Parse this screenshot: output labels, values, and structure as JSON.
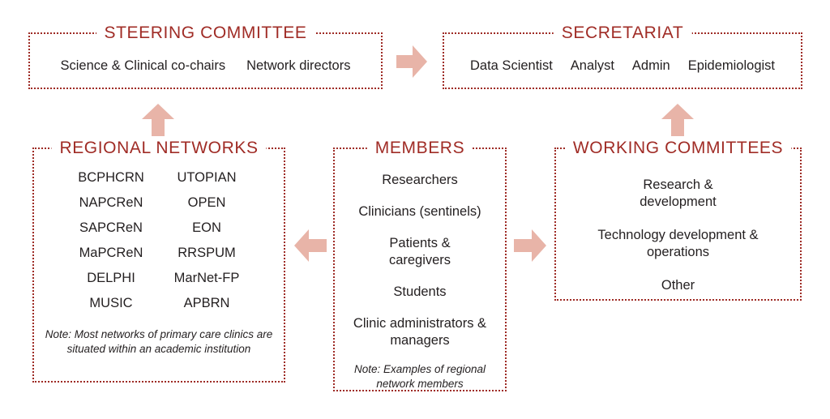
{
  "theme": {
    "title_color": "#A02C26",
    "border_color": "#9E2B25",
    "arrow_color": "#E8B4A8",
    "text_color": "#231f20",
    "background": "#ffffff"
  },
  "panels": {
    "steering_committee": {
      "title": "STEERING COMMITTEE",
      "members": [
        "Science & Clinical co-chairs",
        "Network directors"
      ]
    },
    "secretariat": {
      "title": "SECRETARIAT",
      "members": [
        "Data Scientist",
        "Analyst",
        "Admin",
        "Epidemiologist"
      ]
    },
    "regional_networks": {
      "title": "REGIONAL NETWORKS",
      "column_left": [
        "BCPHCRN",
        "NAPCReN",
        "SAPCReN",
        "MaPCReN",
        "DELPHI",
        "MUSIC"
      ],
      "column_right": [
        "UTOPIAN",
        "OPEN",
        "EON",
        "RRSPUM",
        "MarNet-FP",
        "APBRN"
      ],
      "note": "Note: Most networks of primary care clinics are situated within an academic institution"
    },
    "members": {
      "title": "MEMBERS",
      "items": [
        "Researchers",
        "Clinicians (sentinels)",
        "Patients & caregivers",
        "Students",
        "Clinic administrators & managers"
      ],
      "note": "Note: Examples of regional network members"
    },
    "working_committees": {
      "title": "WORKING COMMITTEES",
      "items": [
        "Research & development",
        "Technology development & operations",
        "Other"
      ]
    }
  },
  "arrows": [
    {
      "name": "steering-to-secretariat",
      "direction": "right"
    },
    {
      "name": "regional-networks-to-steering",
      "direction": "up"
    },
    {
      "name": "members-to-regional-networks",
      "direction": "left"
    },
    {
      "name": "members-to-working-committees",
      "direction": "right"
    },
    {
      "name": "working-committees-to-secretariat",
      "direction": "up"
    }
  ]
}
